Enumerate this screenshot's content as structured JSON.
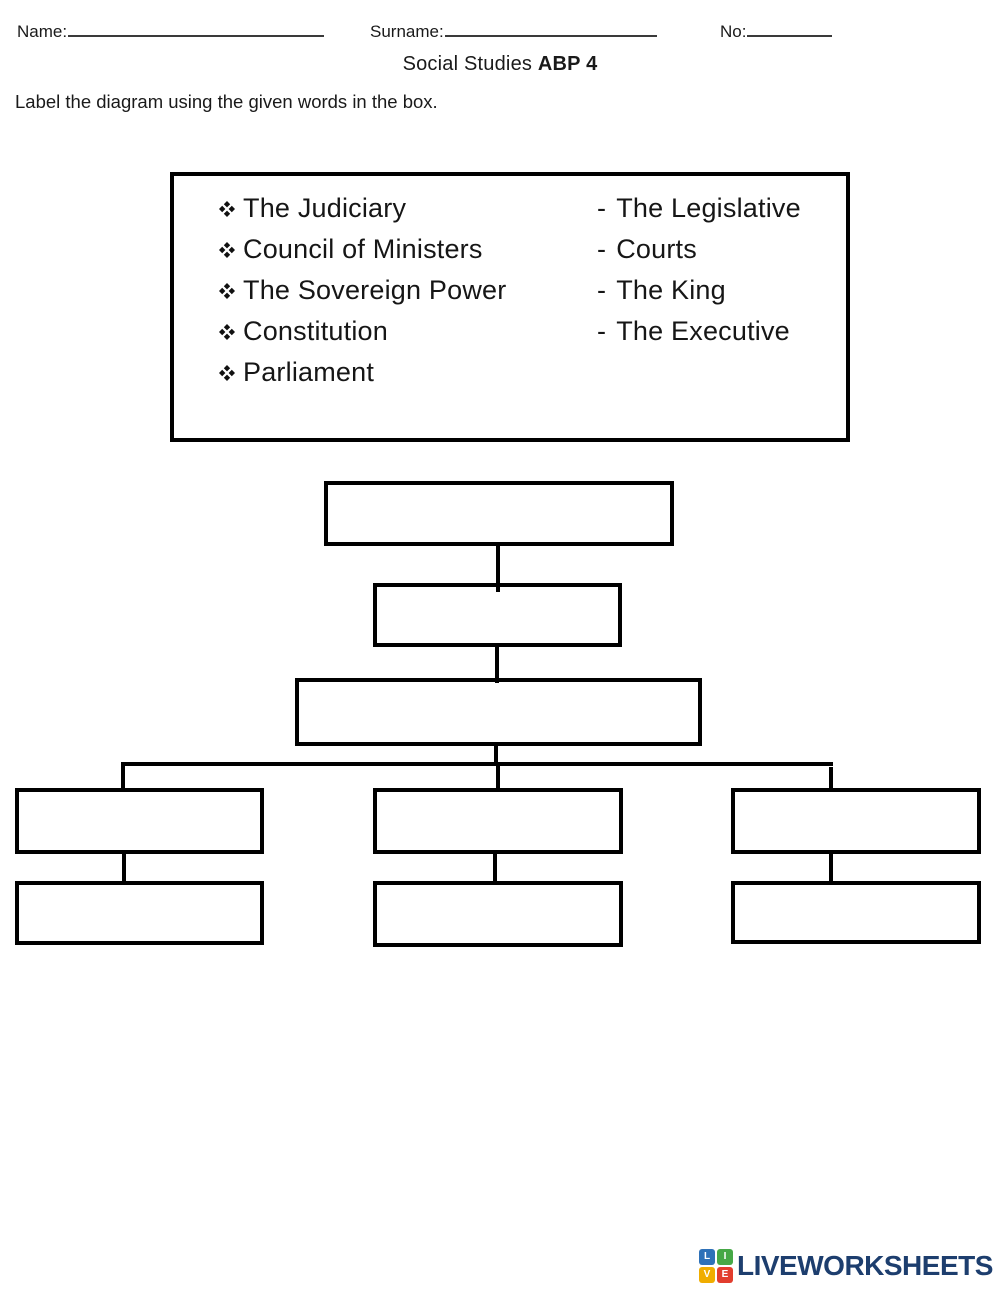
{
  "header": {
    "name_label": "Name:",
    "surname_label": "Surname:",
    "no_label": "No:"
  },
  "title": {
    "course": "Social Studies",
    "unit": "ABP 4"
  },
  "instruction": "Label the diagram using the given words in the box.",
  "word_bank": {
    "bullet_items": [
      "The Judiciary",
      "Council of Ministers",
      "The Sovereign Power",
      "Constitution",
      "Parliament"
    ],
    "dash": "-",
    "dash_items": [
      "The Legislative",
      "Courts",
      "The King",
      "The Executive"
    ]
  },
  "footer": {
    "logo_text": "LIVEWORKSHEETS",
    "logo_text_color": "#1d3e6e",
    "logo_tiles": [
      {
        "letter": "L",
        "color": "#2e71b8"
      },
      {
        "letter": "I",
        "color": "#46a846"
      },
      {
        "letter": "V",
        "color": "#f0ad00"
      },
      {
        "letter": "E",
        "color": "#e23d2e"
      }
    ]
  }
}
